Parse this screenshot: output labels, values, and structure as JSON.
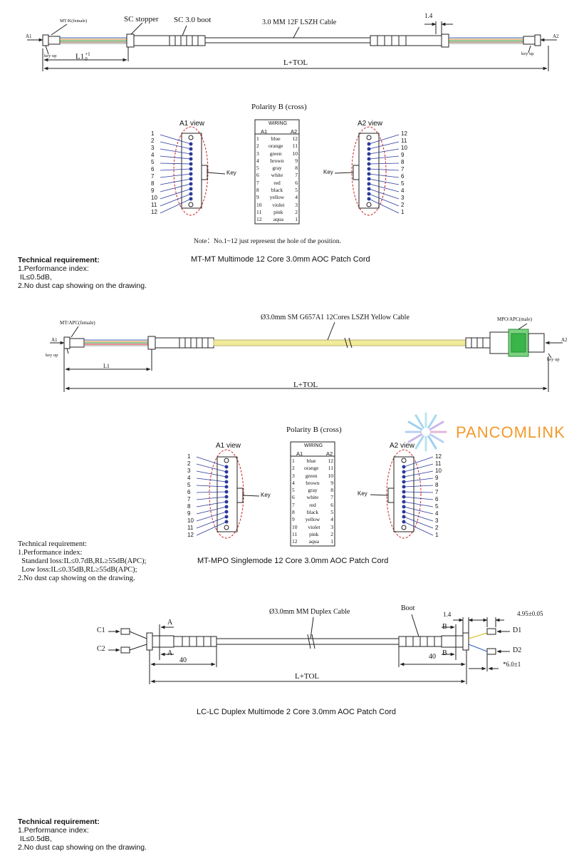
{
  "colors": {
    "line": "#222222",
    "fiber_red_ellipse": "#cc2222",
    "fiber_blue": "#2a3a9a",
    "yellow_cable": "#f2ec9a",
    "green_adapter": "#39b54a",
    "brand": "#f39a2b"
  },
  "brand": {
    "name": "PANCOMLINK",
    "icon": "sunburst-logo-icon"
  },
  "section1": {
    "labels": {
      "a1": "A1",
      "a2": "A2",
      "connector": "MT/K(female)",
      "key_up_left": "key up",
      "key_up_right": "key up",
      "stopper": "SC stopper",
      "boot": "SC 3.0 boot",
      "cable": "3.0 MM 12F LSZH  Cable",
      "dim_14": "1.4",
      "l1": "L1",
      "l1_tol_top": "+1",
      "l1_tol_bottom": "0",
      "total": "L+TOL"
    },
    "polarity": {
      "title": "Polarity B (cross)",
      "a1_view": "A1 view",
      "a2_view": "A2 view",
      "key": "Key",
      "wiring_title": "WIRING",
      "col_a1": "A1",
      "col_a2": "A2",
      "rows": [
        [
          "1",
          "blue",
          "12"
        ],
        [
          "2",
          "orange",
          "11"
        ],
        [
          "3",
          "green",
          "10"
        ],
        [
          "4",
          "brown",
          "9"
        ],
        [
          "5",
          "gray",
          "8"
        ],
        [
          "6",
          "white",
          "7"
        ],
        [
          "7",
          "red",
          "6"
        ],
        [
          "8",
          "black",
          "5"
        ],
        [
          "9",
          "yellow",
          "4"
        ],
        [
          "10",
          "violet",
          "3"
        ],
        [
          "11",
          "pink",
          "2"
        ],
        [
          "12",
          "aqua",
          "1"
        ]
      ],
      "left_numbers": [
        "1",
        "2",
        "3",
        "4",
        "5",
        "6",
        "7",
        "8",
        "9",
        "10",
        "11",
        "12"
      ],
      "right_numbers": [
        "12",
        "11",
        "10",
        "9",
        "8",
        "7",
        "6",
        "5",
        "4",
        "3",
        "2",
        "1"
      ]
    },
    "note": "Note：No.1~12 just represent the hole of the position.",
    "caption": "MT-MT Multimode 12 Core 3.0mm AOC Patch Cord",
    "requirements": {
      "title": "Technical requirement:",
      "lines": [
        "1.Performance index:",
        " IL≤0.5dB,",
        "2.No dust cap showing on the drawing."
      ]
    }
  },
  "section2": {
    "labels": {
      "a1": "A1",
      "a2": "A2",
      "connector_left": "MT/APC(female)",
      "connector_right": "MPO/APC(male)",
      "key_up_left": "key up",
      "key_up_right": "key up",
      "cable": "Ø3.0mm SM G657A1 12Cores LSZH Yellow Cable",
      "l1": "L1",
      "total": "L+TOL"
    },
    "polarity": {
      "title": "Polarity B (cross)",
      "a1_view": "A1 view",
      "a2_view": "A2 view",
      "key": "Key",
      "wiring_title": "WIRING",
      "col_a1": "A1",
      "col_a2": "A2",
      "rows": [
        [
          "1",
          "blue",
          "12"
        ],
        [
          "2",
          "orange",
          "11"
        ],
        [
          "3",
          "green",
          "10"
        ],
        [
          "4",
          "brown",
          "9"
        ],
        [
          "5",
          "gray",
          "8"
        ],
        [
          "6",
          "white",
          "7"
        ],
        [
          "7",
          "red",
          "6"
        ],
        [
          "8",
          "black",
          "5"
        ],
        [
          "9",
          "yellow",
          "4"
        ],
        [
          "10",
          "violet",
          "3"
        ],
        [
          "11",
          "pink",
          "2"
        ],
        [
          "12",
          "aqua",
          "1"
        ]
      ],
      "left_numbers": [
        "1",
        "2",
        "3",
        "4",
        "5",
        "6",
        "7",
        "8",
        "9",
        "10",
        "11",
        "12"
      ],
      "right_numbers": [
        "12",
        "11",
        "10",
        "9",
        "8",
        "7",
        "6",
        "5",
        "4",
        "3",
        "2",
        "1"
      ]
    },
    "caption": "MT-MPO Singlemode 12 Core 3.0mm AOC Patch Cord",
    "requirements": {
      "title": "Technical requirement:",
      "lines": [
        "1.Performance index:",
        "  Standard loss:IL≤0.7dB,RL≥55dB(APC);",
        "  Low loss:IL≤0.35dB,RL≥55dB(APC);",
        "2.No dust cap showing on the drawing."
      ]
    }
  },
  "section3": {
    "labels": {
      "cable": "Ø3.0mm MM Duplex Cable",
      "boot": "Boot",
      "c1": "C1",
      "c2": "C2",
      "d1": "D1",
      "d2": "D2",
      "a_top": "A",
      "a_bottom": "A",
      "b_top": "B",
      "b_bottom": "B",
      "dim_40_left": "40",
      "dim_40_right": "40",
      "dim_14": "1.4",
      "dim_495": "4.95±0.05",
      "dim_60": "*6.0±1",
      "total": "L+TOL"
    },
    "caption": "LC-LC Duplex Multimode 2 Core 3.0mm AOC Patch Cord",
    "requirements": {
      "title": "Technical requirement:",
      "lines": [
        "1.Performance index:",
        " IL≤0.5dB,",
        "2.No dust cap showing on the drawing."
      ]
    }
  }
}
